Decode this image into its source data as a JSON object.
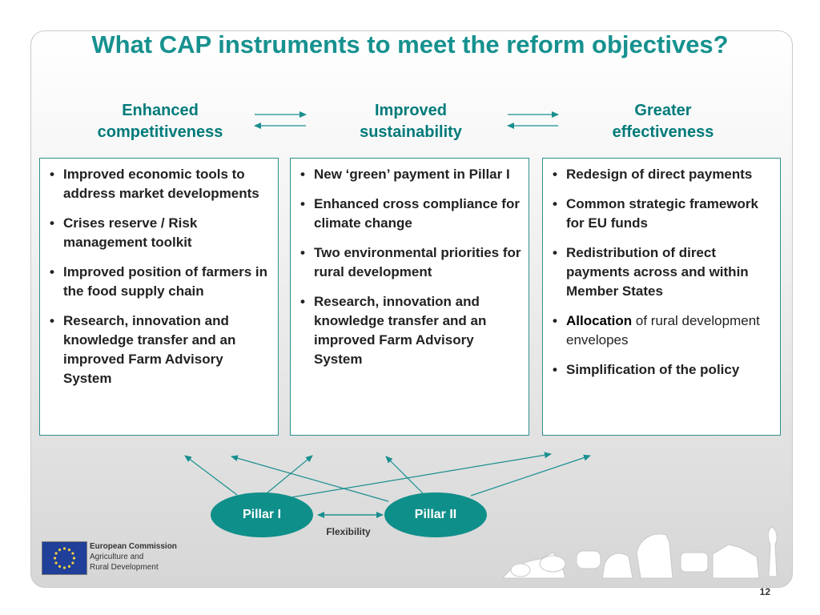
{
  "title": "What CAP instruments to meet the reform objectives?",
  "objectives": [
    {
      "label_1": "Enhanced",
      "label_2": "competitiveness"
    },
    {
      "label_1": "Improved",
      "label_2": "sustainability"
    },
    {
      "label_1": "Greater",
      "label_2": "effectiveness"
    }
  ],
  "boxes": [
    {
      "items": [
        "Improved economic tools to address market developments",
        "Crises reserve / Risk management toolkit",
        "Improved position of farmers in the food supply chain",
        "Research, innovation and knowledge transfer and an improved Farm Advisory System"
      ]
    },
    {
      "items": [
        "New ‘green’ payment in Pillar I",
        "Enhanced cross compliance for climate change",
        "Two environmental priorities for rural development",
        "Research, innovation and knowledge transfer and an improved Farm Advisory System"
      ]
    },
    {
      "items": [
        "Redesign of direct payments",
        "Common strategic framework for EU funds",
        "Redistribution of direct payments across and within Member States"
      ],
      "item_allocation_bold": "Allocation",
      "item_allocation_rest": " of rural development envelopes",
      "item_last": "Simplification of the policy"
    }
  ],
  "pillars": [
    {
      "label": "Pillar I"
    },
    {
      "label": "Pillar II"
    }
  ],
  "flexibility_label": "Flexibility",
  "footer": {
    "org_line_1": "European Commission",
    "org_line_2": "Agriculture and",
    "org_line_3": "Rural Development"
  },
  "page_number": "12",
  "colors": {
    "accent": "#16918f",
    "pillar": "#0f8f8a",
    "box_border": "#2f8f8f",
    "eu_blue": "#1f3f99"
  },
  "icons": [
    "eu-flag-icon",
    "farm-animals-silhouette"
  ]
}
